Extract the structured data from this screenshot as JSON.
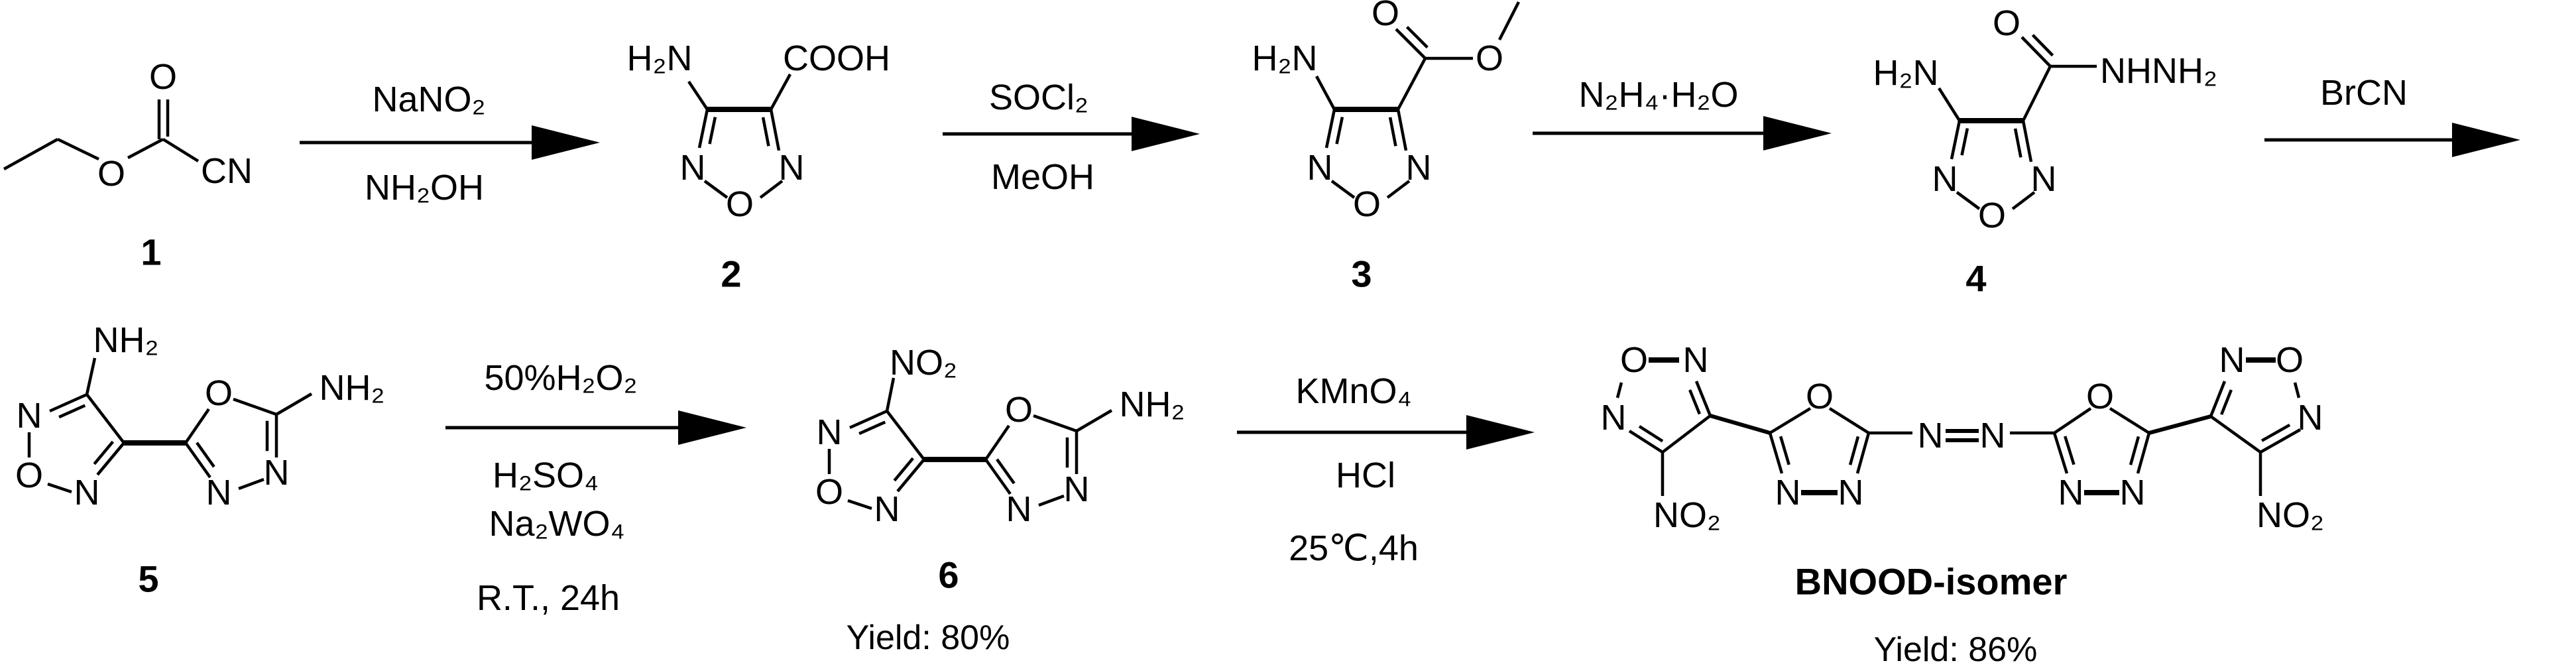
{
  "reagents": {
    "step1": [
      "NaNO₂",
      "NH₂OH"
    ],
    "step2": [
      "SOCl₂",
      "MeOH"
    ],
    "step3": [
      "N₂H₄·H₂O"
    ],
    "step4": [
      "BrCN"
    ],
    "step5": [
      "50%H₂O₂",
      "H₂SO₄",
      "Na₂WO₄",
      "R.T., 24h"
    ],
    "step6": [
      "KMnO₄",
      "HCl",
      "25℃,4h"
    ]
  },
  "compounds": [
    {
      "number": "1",
      "atom_labels": [
        "O",
        "O",
        "CN"
      ]
    },
    {
      "number": "2",
      "atom_labels": [
        "H₂N",
        "COOH",
        "N",
        "N",
        "O"
      ]
    },
    {
      "number": "3",
      "atom_labels": [
        "H₂N",
        "O",
        "O",
        "N",
        "N",
        "O"
      ]
    },
    {
      "number": "4",
      "atom_labels": [
        "H₂N",
        "O",
        "NHNH₂",
        "N",
        "N",
        "O"
      ]
    },
    {
      "number": "5",
      "atom_labels": [
        "NH₂",
        "N",
        "O",
        "N",
        "O",
        "NH₂",
        "N",
        "N"
      ]
    },
    {
      "number": "6",
      "yield": "Yield: 80%",
      "atom_labels": [
        "NO₂",
        "N",
        "O",
        "N",
        "O",
        "NH₂",
        "N",
        "N"
      ]
    },
    {
      "number": "BNOOD-isomer",
      "yield": "Yield: 86%",
      "atom_labels": [
        "O",
        "N",
        "N",
        "NO₂",
        "O",
        "N",
        "N",
        "N",
        "N",
        "O",
        "N",
        "N",
        "N",
        "O",
        "N",
        "NO₂"
      ]
    }
  ]
}
